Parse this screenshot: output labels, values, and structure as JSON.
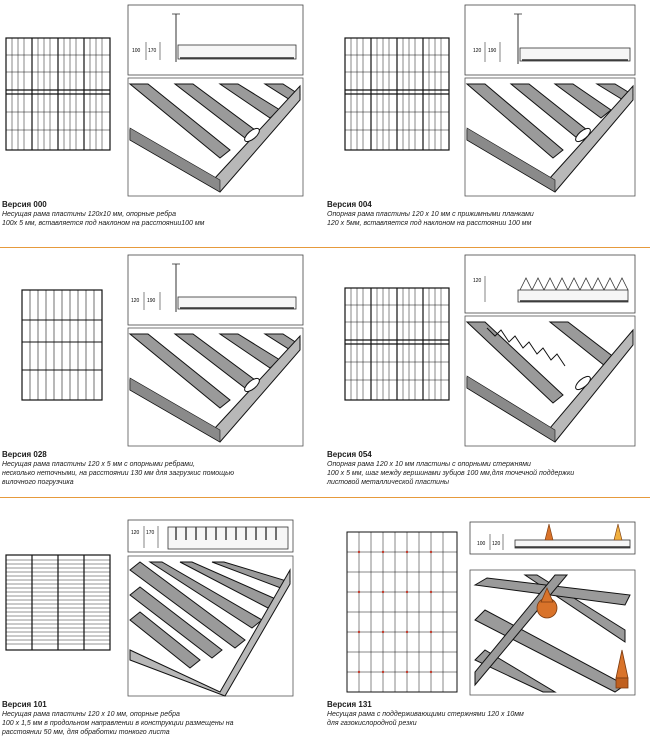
{
  "versions": [
    {
      "title": "Версия 000",
      "desc": [
        "Несущая рама пластины 120x10 мм, опорные ребра",
        "100x 5 мм, вставляется под наклоном на расстоянии100 мм"
      ],
      "dims": [
        "100",
        "170"
      ]
    },
    {
      "title": "Версия 004",
      "desc": [
        "Опорная рама пластины 120 х 10 мм с прижимными планками",
        "120 х 5мм, вставляется под наклоном на расстоянии 100 мм"
      ],
      "dims": [
        "120",
        "190"
      ]
    },
    {
      "title": "Версия 028",
      "desc": [
        "Несущая рама пластины 120 x 5 мм с опорными ребрами,",
        "несколько неточными, на расстоянии 130 мм для загрузкис помощью",
        "вилочного погрузчика"
      ],
      "dims": [
        "120",
        "190"
      ]
    },
    {
      "title": "Версия 054",
      "desc": [
        "Опорная рама 120 x 10 мм пластины с опорными стержнями",
        "100 x 5 мм, шаг между вершинами зубцов 100 мм,для точечной поддержки",
        "листовой металлической пластины"
      ],
      "dims": [
        "120"
      ]
    },
    {
      "title": "Версия 101",
      "desc": [
        "Несущая рама пластины 120 x 10 мм, опорные ребра",
        "100 x 1,5 мм в продольном направлении в конструкции размещены на",
        "расстоянии 50 мм, для обработки тонкого листа"
      ],
      "dims": [
        "120",
        "170"
      ]
    },
    {
      "title": "Версия 131",
      "desc": [
        "Несущая рама с поддерживающими стержнями 120 x 10мм",
        "для газокислородной резки"
      ],
      "dims": [
        "100",
        "120"
      ]
    }
  ],
  "colors": {
    "divider": "#e69a3c",
    "cone": "#d9732a",
    "dot": "#c0392b"
  }
}
